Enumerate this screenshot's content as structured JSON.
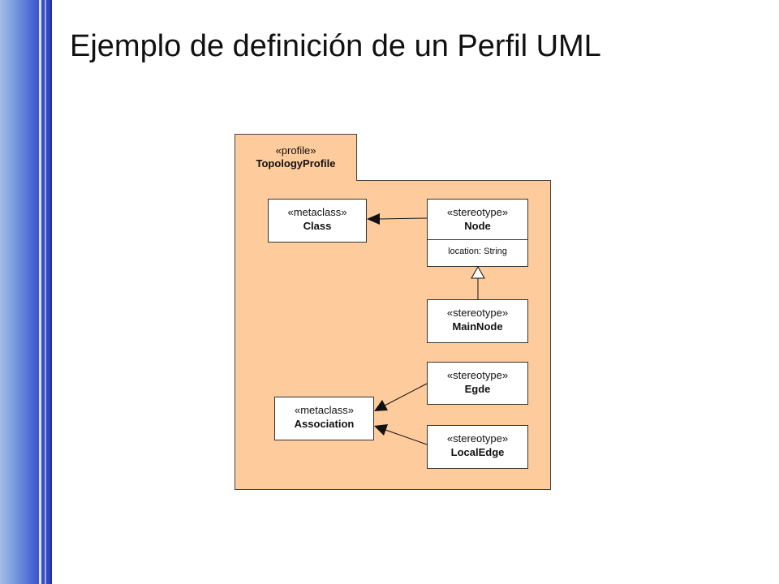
{
  "slide": {
    "title": "Ejemplo de definición de un Perfil UML"
  },
  "diagram": {
    "profile": {
      "stereotype": "«profile»",
      "name": "TopologyProfile"
    },
    "metaclass_class": {
      "stereotype": "«metaclass»",
      "name": "Class"
    },
    "metaclass_association": {
      "stereotype": "«metaclass»",
      "name": "Association"
    },
    "stereotype_node": {
      "stereotype": "«stereotype»",
      "name": "Node",
      "attribute": "location: String"
    },
    "stereotype_mainnode": {
      "stereotype": "«stereotype»",
      "name": "MainNode"
    },
    "stereotype_egde": {
      "stereotype": "«stereotype»",
      "name": "Egde"
    },
    "stereotype_localedge": {
      "stereotype": "«stereotype»",
      "name": "LocalEdge"
    }
  },
  "colors": {
    "package_fill": "#fecb9c",
    "box_fill": "#ffffff",
    "accent_bar": "#3f5bd0"
  }
}
